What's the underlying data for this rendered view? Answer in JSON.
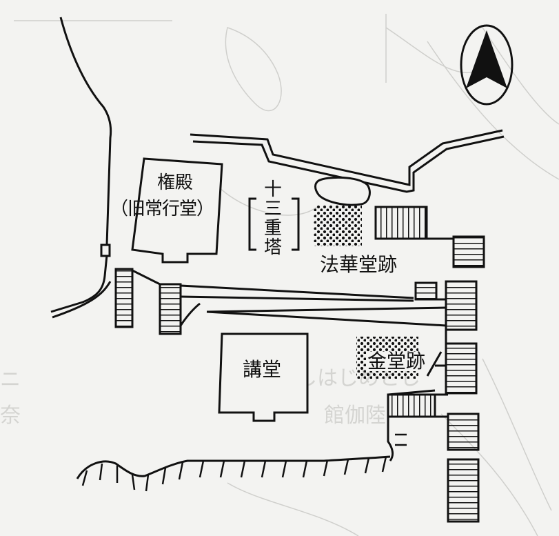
{
  "map": {
    "labels": {
      "gongen": "権殿",
      "gongen_sub": "（旧常行堂）",
      "pagoda_chars": [
        "十",
        "三",
        "重",
        "塔"
      ],
      "hokkedo": "法華堂跡",
      "kondo": "金堂跡",
      "kodo": "講堂"
    },
    "north_arrow": "north-arrow-icon",
    "colors": {
      "ink": "#111111",
      "paper": "#f3f3f1",
      "ghost": "#c9c9c6"
    }
  }
}
